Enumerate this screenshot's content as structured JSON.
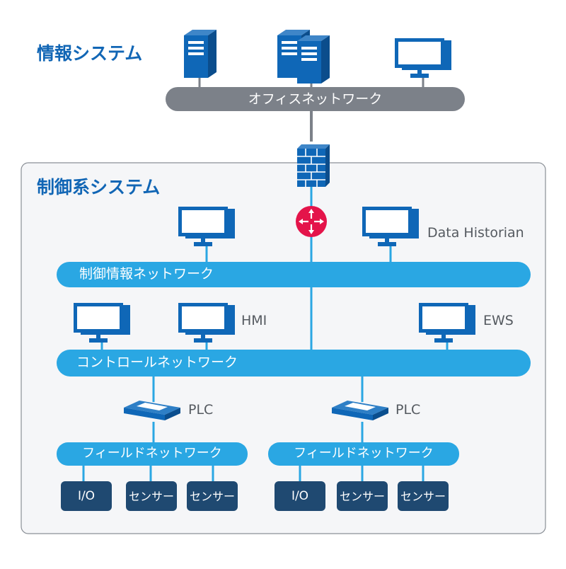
{
  "information_system": {
    "title": "情報システム",
    "office_network_label": "オフィスネットワーク"
  },
  "control_system": {
    "title": "制御系システム",
    "control_info_network_label": "制御情報ネットワーク",
    "control_network_label": "コントロールネットワーク",
    "data_historian_label": "Data Historian",
    "hmi_label": "HMI",
    "ews_label": "EWS",
    "plc_labels": [
      "PLC",
      "PLC"
    ],
    "field_network_labels": [
      "フィールドネットワーク",
      "フィールドネットワーク"
    ],
    "field_devices": [
      [
        "I/O",
        "センサー",
        "センサー"
      ],
      [
        "I/O",
        "センサー",
        "センサー"
      ]
    ]
  },
  "colors": {
    "title_blue": "#1166b5",
    "device_blue": "#0f67b7",
    "office_bar_gray": "#7c8189",
    "network_bar_blue": "#2aa7e3",
    "io_box_navy": "#1f4971",
    "router_red": "#e4144a"
  }
}
